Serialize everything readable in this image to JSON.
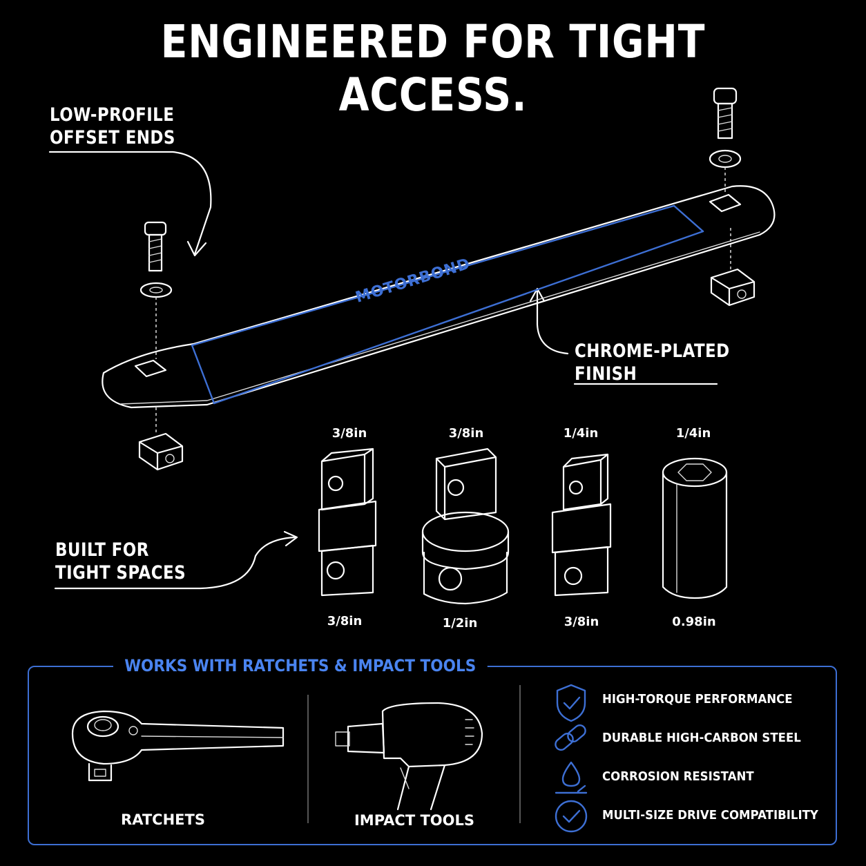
{
  "headline": "ENGINEERED FOR TIGHT ACCESS.",
  "callouts": {
    "offset_ends": [
      "LOW-PROFILE",
      "OFFSET ENDS"
    ],
    "finish": [
      "CHROME-PLATED",
      "FINISH"
    ],
    "spaces": [
      "BUILT FOR",
      "TIGHT SPACES"
    ]
  },
  "brand": "MOTORBOND",
  "adapters": [
    {
      "top": "3/8in",
      "bottom": "3/8in"
    },
    {
      "top": "3/8in",
      "bottom": "1/2in"
    },
    {
      "top": "1/4in",
      "bottom": "3/8in"
    },
    {
      "top": "1/4in",
      "bottom": "0.98in"
    }
  ],
  "compat": {
    "title": "WORKS WITH RATCHETS & IMPACT TOOLS",
    "tools": [
      {
        "label": "RATCHETS",
        "icon": "ratchet-icon"
      },
      {
        "label": "IMPACT TOOLS",
        "icon": "impact-wrench-icon"
      }
    ],
    "features": [
      {
        "label": "HIGH-TORQUE PERFORMANCE",
        "icon": "shield-check-icon"
      },
      {
        "label": "DURABLE HIGH-CARBON STEEL",
        "icon": "chain-link-icon"
      },
      {
        "label": "CORROSION RESISTANT",
        "icon": "water-drop-icon"
      },
      {
        "label": "MULTI-SIZE DRIVE COMPATIBILITY",
        "icon": "check-circle-icon"
      }
    ]
  },
  "colors": {
    "accent": "#3d6fd4",
    "background": "#000000",
    "text": "#ffffff"
  }
}
